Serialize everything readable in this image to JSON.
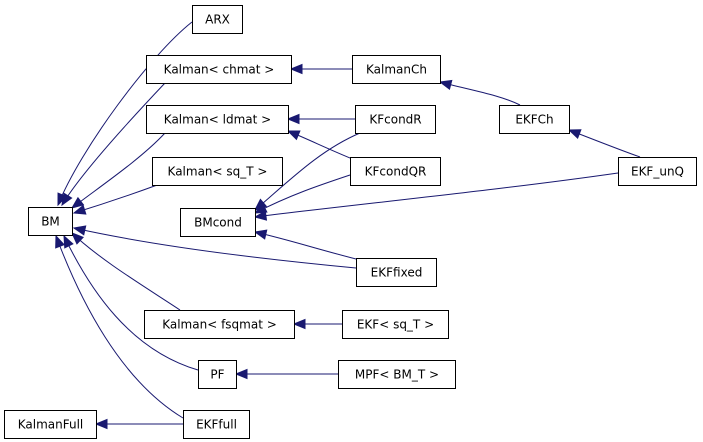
{
  "diagram": {
    "type": "inheritance-graph",
    "colors": {
      "edge": "#191970",
      "node_border": "#000000",
      "node_fill": "#ffffff",
      "text": "#000000"
    },
    "nodes": [
      {
        "id": "ARX",
        "label": "ARX"
      },
      {
        "id": "KalmanChmat",
        "label": "Kalman< chmat >"
      },
      {
        "id": "KalmanCh",
        "label": "KalmanCh"
      },
      {
        "id": "KalmanLdmat",
        "label": "Kalman< ldmat >"
      },
      {
        "id": "KFcondR",
        "label": "KFcondR"
      },
      {
        "id": "EKFCh",
        "label": "EKFCh"
      },
      {
        "id": "KalmanSqT",
        "label": "Kalman< sq_T >"
      },
      {
        "id": "KFcondQR",
        "label": "KFcondQR"
      },
      {
        "id": "EKF_unQ",
        "label": "EKF_unQ"
      },
      {
        "id": "BMcond",
        "label": "BMcond"
      },
      {
        "id": "BM",
        "label": "BM"
      },
      {
        "id": "EKFfixed",
        "label": "EKFfixed"
      },
      {
        "id": "KalmanFsqmat",
        "label": "Kalman< fsqmat >"
      },
      {
        "id": "EKFSqT",
        "label": "EKF< sq_T >"
      },
      {
        "id": "PF",
        "label": "PF"
      },
      {
        "id": "MPF",
        "label": "MPF< BM_T >"
      },
      {
        "id": "KalmanFull",
        "label": "KalmanFull"
      },
      {
        "id": "EKFfull",
        "label": "EKFfull"
      }
    ],
    "edges": [
      {
        "from": "ARX",
        "to": "BM"
      },
      {
        "from": "KalmanChmat",
        "to": "BM"
      },
      {
        "from": "KalmanLdmat",
        "to": "BM"
      },
      {
        "from": "KalmanSqT",
        "to": "BM"
      },
      {
        "from": "KalmanFsqmat",
        "to": "BM"
      },
      {
        "from": "PF",
        "to": "BM"
      },
      {
        "from": "EKFfull",
        "to": "BM"
      },
      {
        "from": "EKFfixed",
        "to": "BM"
      },
      {
        "from": "KalmanCh",
        "to": "KalmanChmat"
      },
      {
        "from": "EKFCh",
        "to": "KalmanCh"
      },
      {
        "from": "EKF_unQ",
        "to": "EKFCh"
      },
      {
        "from": "KFcondR",
        "to": "KalmanLdmat"
      },
      {
        "from": "KFcondQR",
        "to": "KalmanLdmat"
      },
      {
        "from": "KFcondR",
        "to": "BMcond"
      },
      {
        "from": "KFcondQR",
        "to": "BMcond"
      },
      {
        "from": "EKF_unQ",
        "to": "BMcond"
      },
      {
        "from": "EKFfixed",
        "to": "BMcond"
      },
      {
        "from": "EKFSqT",
        "to": "KalmanFsqmat"
      },
      {
        "from": "MPF",
        "to": "PF"
      },
      {
        "from": "EKFfull",
        "to": "KalmanFull"
      }
    ]
  }
}
